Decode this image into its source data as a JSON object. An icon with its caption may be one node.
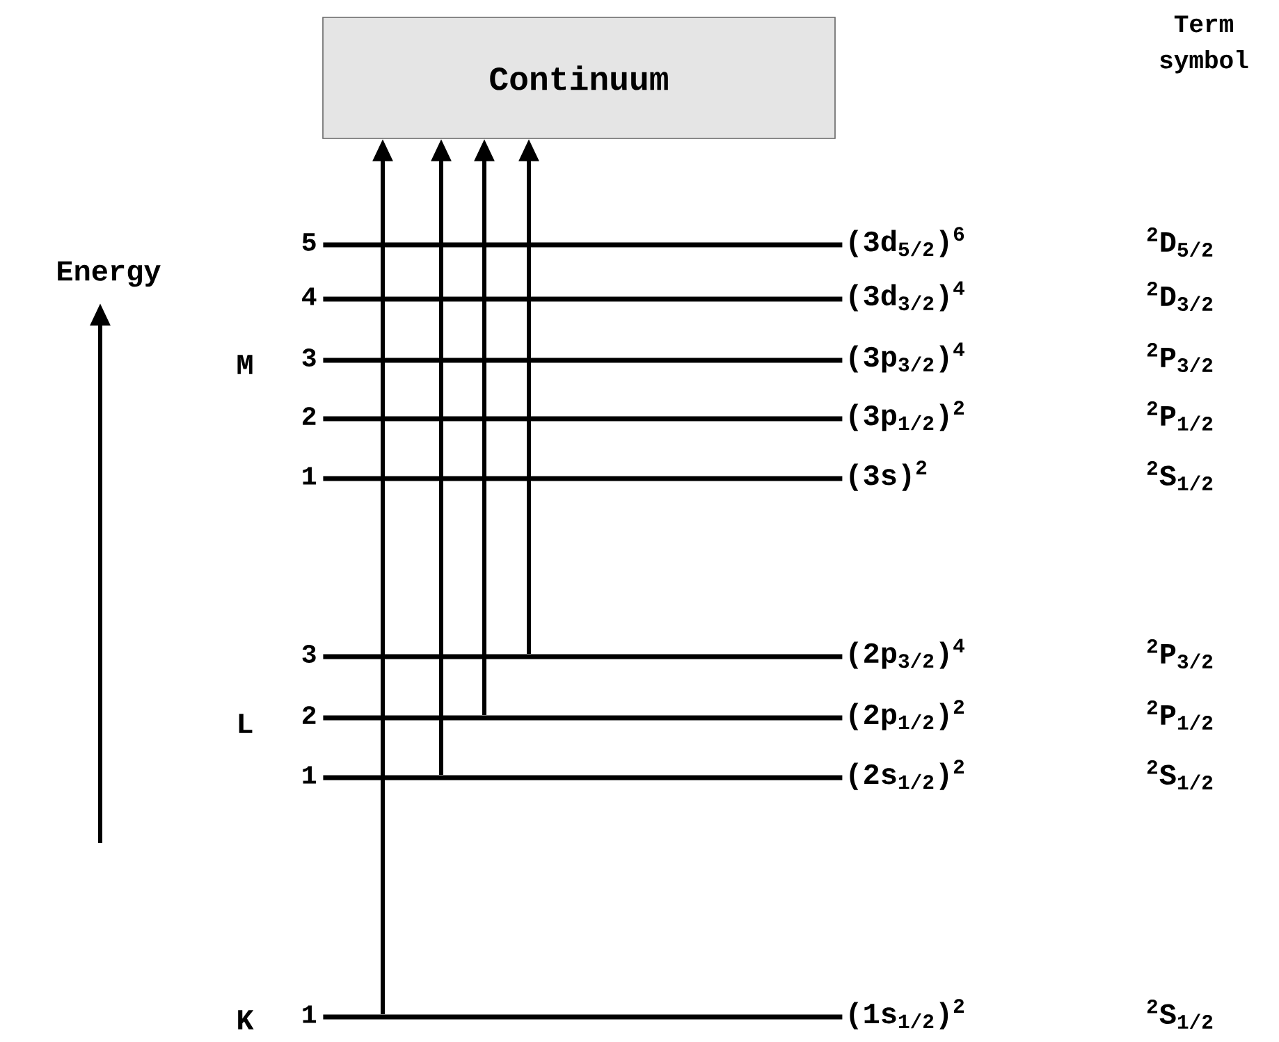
{
  "diagram": {
    "nodes": [
      {
        "text": [
          "Continuum"
        ]
      },
      {
        "text": [
          "5",
          "(3d$_{5/2}$)$^{6}$"
        ]
      },
      {
        "text": [
          "4",
          "(3d$_{3/2}$)$^{4}$"
        ]
      },
      {
        "text": [
          "3",
          "(3p$_{3/2}$)$^{4}$"
        ]
      },
      {
        "text": [
          "2",
          "(3p$_{1/2}$)$^{2}$"
        ]
      },
      {
        "text": [
          "1",
          "(3s)$^{2}$"
        ]
      },
      {
        "text": [
          "3",
          "(2p$_{3/2}$)$^{4}$"
        ]
      },
      {
        "text": [
          "2",
          "(2p$_{1/2}$)$^{2}$"
        ]
      },
      {
        "text": [
          "1",
          "(2s$_{1/2}$)$^{2}$"
        ]
      },
      {
        "text": [
          "1",
          "(1s$_{1/2}$)$^{2}$"
        ]
      }
    ],
    "edges": [
      {
        "from": 9,
        "to": 0,
        "arrow": "to"
      },
      {
        "from": 8,
        "to": 0,
        "arrow": "to"
      },
      {
        "from": 7,
        "to": 0,
        "arrow": "to"
      },
      {
        "from": 6,
        "to": 0,
        "arrow": "to"
      }
    ],
    "labels": [
      "Term symbol",
      "$^{2}$D$_{5/2}$",
      "Energy",
      "$^{2}$D$_{3/2}$",
      "M",
      "$^{2}$P$_{3/2}$",
      "$^{2}$P$_{1/2}$",
      "$^{2}$S$_{1/2}$",
      "$^{2}$P$_{3/2}$",
      "L",
      "$^{2}$P$_{1/2}$",
      "$^{2}$S$_{1/2}$",
      "K",
      "$^{2}$S$_{1/2}$"
    ]
  }
}
